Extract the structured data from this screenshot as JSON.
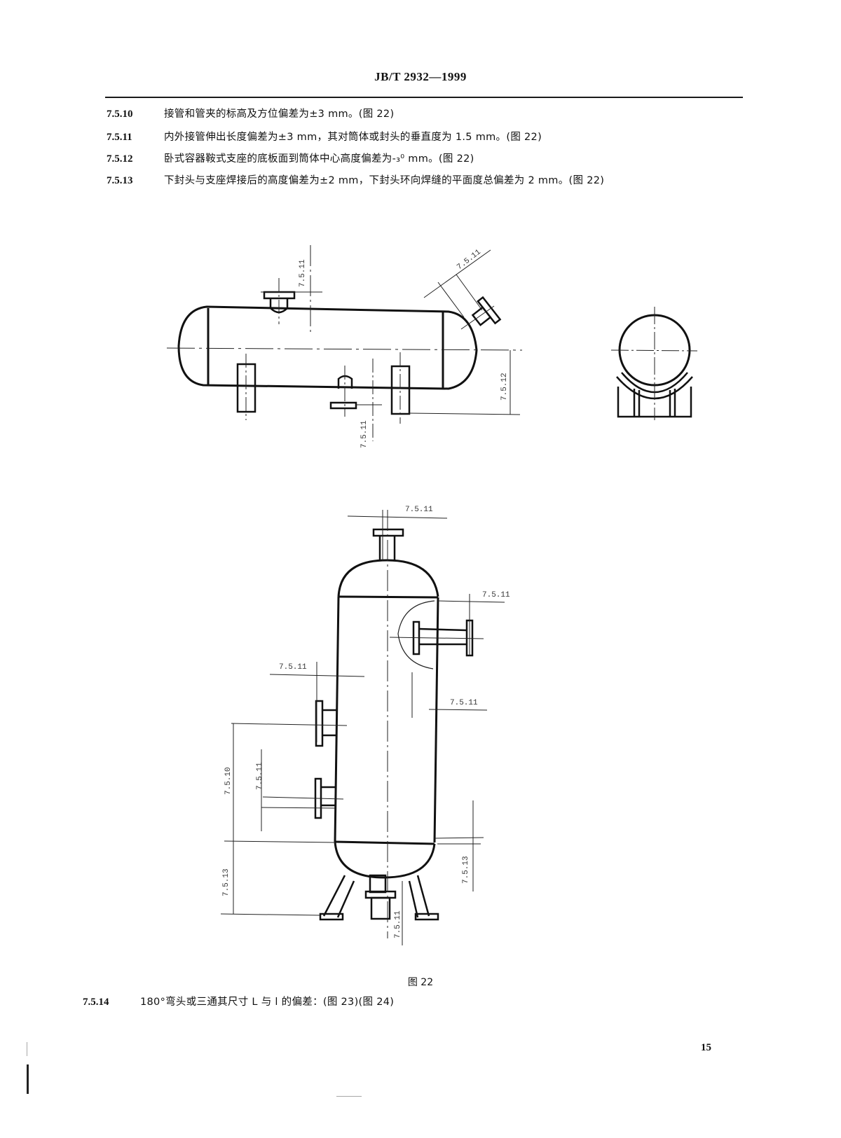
{
  "header": {
    "standard_code": "JB/T 2932—1999"
  },
  "clauses": [
    {
      "number": "7.5.10",
      "text": "接管和管夹的标高及方位偏差为±3 mm。(图 22)"
    },
    {
      "number": "7.5.11",
      "text": "内外接管伸出长度偏差为±3 mm，其对筒体或封头的垂直度为 1.5 mm。(图 22)"
    },
    {
      "number": "7.5.12",
      "text": "卧式容器鞍式支座的底板面到筒体中心高度偏差为-₃⁰ mm。(图 22)"
    },
    {
      "number": "7.5.13",
      "text": "下封头与支座焊接后的高度偏差为±2 mm，下封头环向焊缝的平面度总偏差为 2 mm。(图 22)"
    }
  ],
  "figure": {
    "caption": "图 22",
    "horizontal_vessel_labels": {
      "top_nozzle": "7.5.11",
      "angled_nozzle": "7.5.11",
      "bottom_nozzle": "7.5.11",
      "saddle_height": "7.5.12"
    },
    "vertical_vessel_labels": {
      "top_nozzle": "7.5.11",
      "right_upper_nozzle": "7.5.11",
      "left_upper": "7.5.11",
      "right_mid": "7.5.11",
      "left_height": "7.5.10",
      "left_angled_nozzle": "7.5.11",
      "left_bottom": "7.5.13",
      "right_bottom": "7.5.13",
      "bottom_nozzle": "7.5.11"
    }
  },
  "next_clause": {
    "number": "7.5.14",
    "text": "180°弯头或三通其尺寸 L 与 l 的偏差：(图 23)(图 24)"
  },
  "footer": {
    "page_number": "15"
  }
}
